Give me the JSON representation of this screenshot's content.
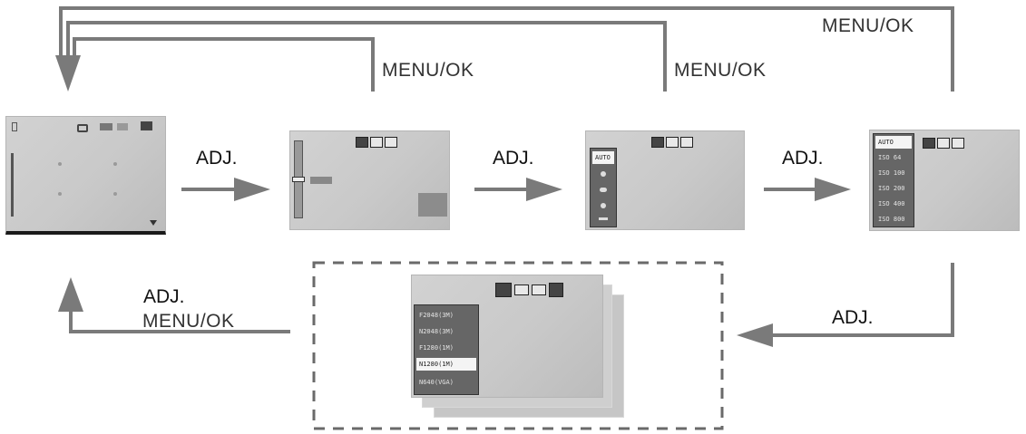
{
  "labels": {
    "menu_ok": "MENU/OK",
    "adj": "ADJ."
  },
  "screens": {
    "screen_3_menu": [
      "AUTO"
    ],
    "screen_4_menu": [
      "AUTO",
      "ISO 64",
      "ISO 100",
      "ISO 200",
      "ISO 400",
      "ISO 800"
    ],
    "screen_5_menu": [
      "F2048(3M)",
      "N2048(3M)",
      "F1280(1M)",
      "N1280(1M)",
      "N640(VGA)"
    ],
    "screen_4_selected": 0,
    "screen_5_selected": 3
  },
  "colors": {
    "arrow": "#7a7a7a",
    "dashed_border": "#6a6a6a",
    "screen_bg": "#cccccc",
    "screen_frame": "#1a1a1a"
  }
}
